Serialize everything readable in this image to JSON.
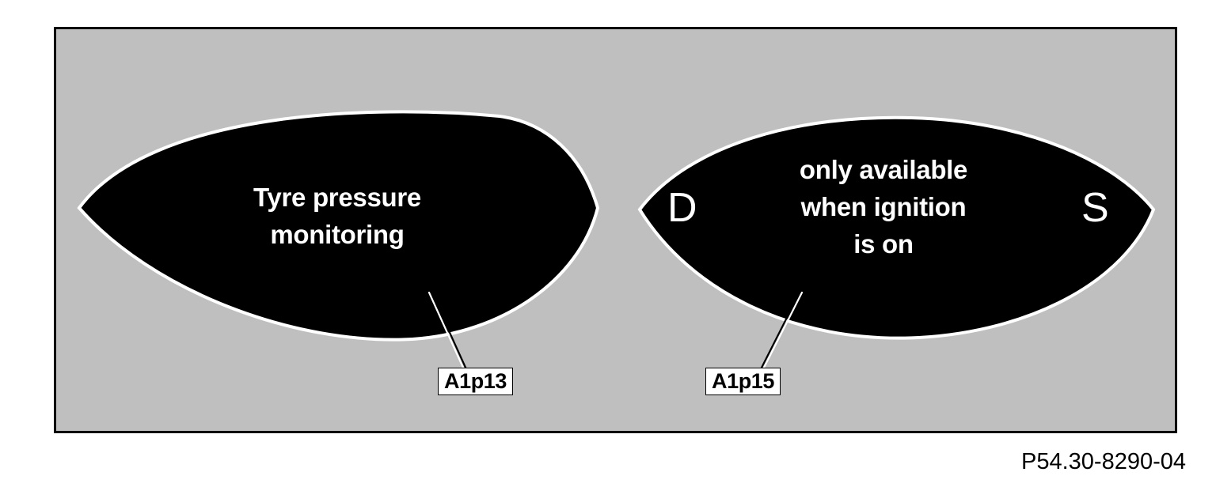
{
  "figure": {
    "reference": "P54.30-8290-04",
    "background_color": "#bfbfbf",
    "frame_color": "#000000",
    "page_color": "#ffffff"
  },
  "displays": [
    {
      "id": "left-display",
      "name": "tyre-pressure-monitoring-display",
      "fill_color": "#000000",
      "text_color": "#ffffff",
      "lines": [
        "Tyre pressure",
        "monitoring"
      ],
      "side_letters": {
        "left": "",
        "right": ""
      },
      "callout": {
        "label": "A1p13",
        "box_color": "#ffffff",
        "text_color": "#000000"
      }
    },
    {
      "id": "right-display",
      "name": "ignition-notice-display",
      "fill_color": "#000000",
      "text_color": "#ffffff",
      "lines": [
        "only available",
        "when ignition",
        "is on"
      ],
      "side_letters": {
        "left": "D",
        "right": "S"
      },
      "callout": {
        "label": "A1p15",
        "box_color": "#ffffff",
        "text_color": "#000000"
      }
    }
  ]
}
